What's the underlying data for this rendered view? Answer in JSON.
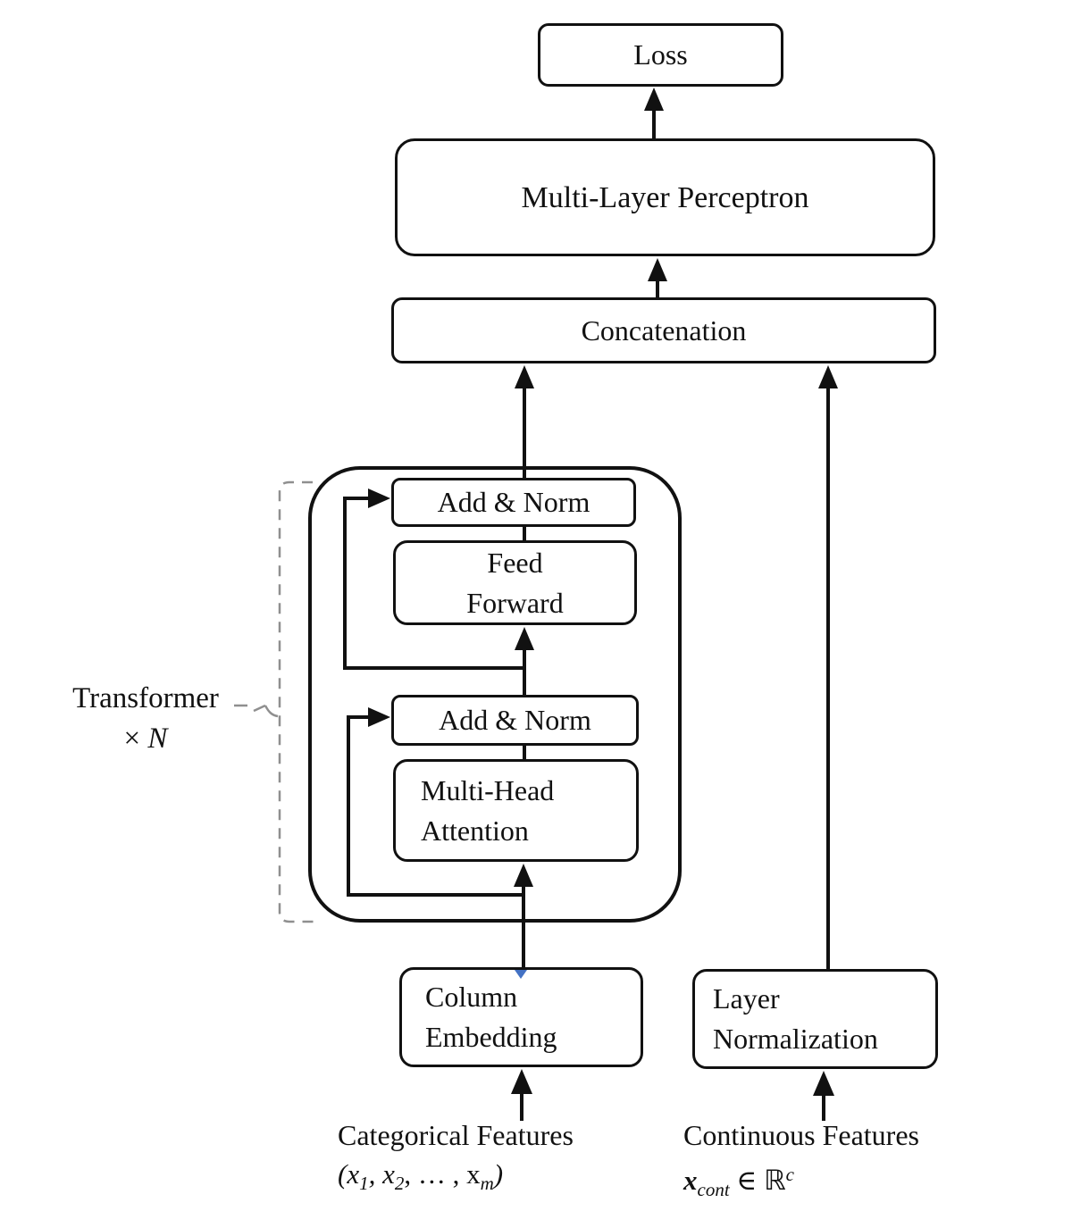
{
  "diagram": {
    "nodes": {
      "loss": {
        "label": "Loss"
      },
      "mlp": {
        "label": "Multi-Layer Perceptron"
      },
      "concatenation": {
        "label": "Concatenation"
      },
      "add_norm_top": {
        "label": "Add & Norm"
      },
      "feed_forward": {
        "label": "Feed\nForward"
      },
      "add_norm_bottom": {
        "label": "Add & Norm"
      },
      "multi_head_attention": {
        "label": "Multi-Head\nAttention"
      },
      "column_embedding": {
        "label": "Column\nEmbedding"
      },
      "layer_normalization": {
        "label": "Layer\nNormalization"
      }
    },
    "bracket": {
      "label": "Transformer",
      "multiplier_sign": "×",
      "multiplier_var": "N"
    },
    "captions": {
      "categorical": {
        "title": "Categorical Features",
        "math": {
          "p1": "(x",
          "s1": "1",
          "p2": ", x",
          "s2": "2",
          "p3": ", … , x",
          "s3": "m",
          "p4": ")"
        }
      },
      "continuous": {
        "title": "Continuous Features",
        "math": {
          "x": "x",
          "sub": "cont",
          "element_of": " ∈ ",
          "set": "ℝ",
          "sup": "c"
        }
      }
    },
    "colors": {
      "line": "#111111",
      "bracket_dash": "#8f8f8f",
      "accent_blue": "#4472c4",
      "box_fill": "#ffffff"
    }
  }
}
